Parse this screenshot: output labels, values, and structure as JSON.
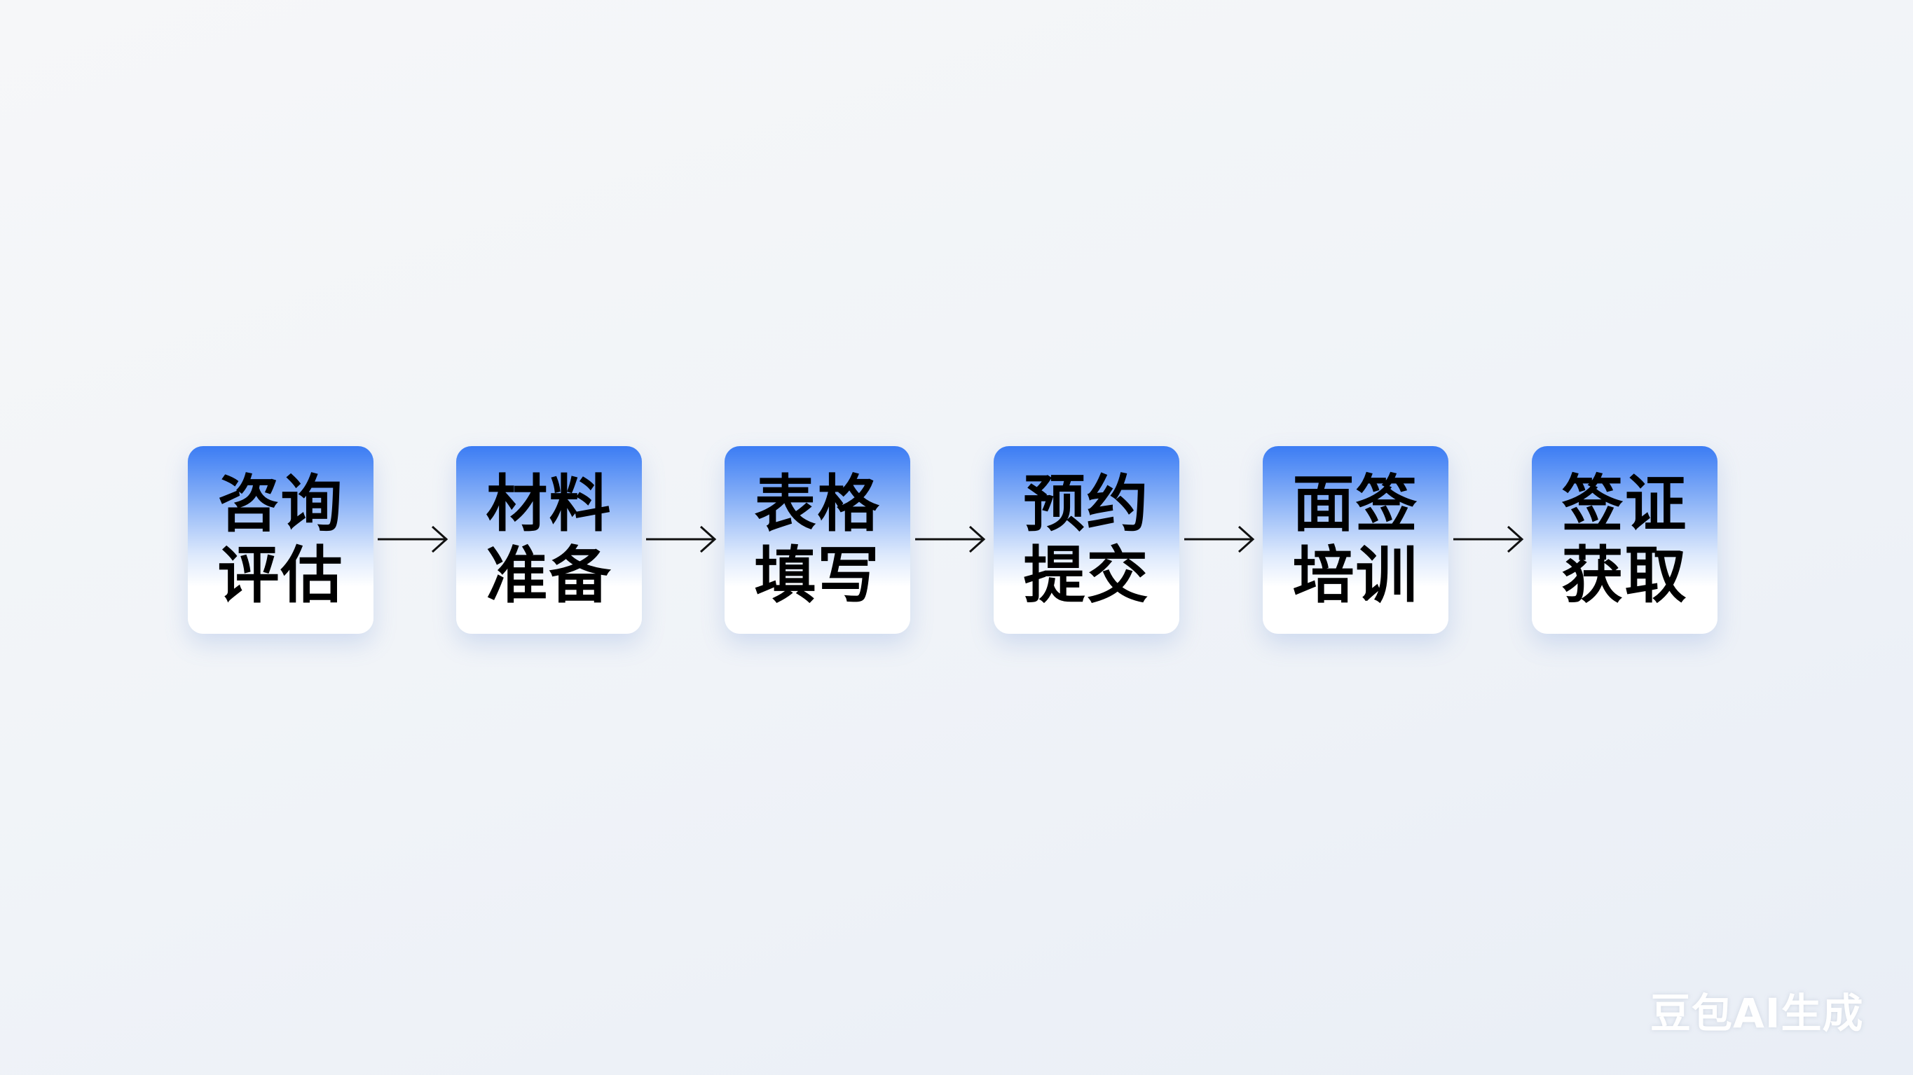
{
  "steps": [
    {
      "line1": "咨询",
      "line2": "评估"
    },
    {
      "line1": "材料",
      "line2": "准备"
    },
    {
      "line1": "表格",
      "line2": "填写"
    },
    {
      "line1": "预约",
      "line2": "提交"
    },
    {
      "line1": "面签",
      "line2": "培训"
    },
    {
      "line1": "签证",
      "line2": "获取"
    }
  ],
  "watermark": "豆包AI生成",
  "colors": {
    "box_top": "#3b7cf4",
    "box_bottom": "#ffffff",
    "arrow": "#111111"
  }
}
